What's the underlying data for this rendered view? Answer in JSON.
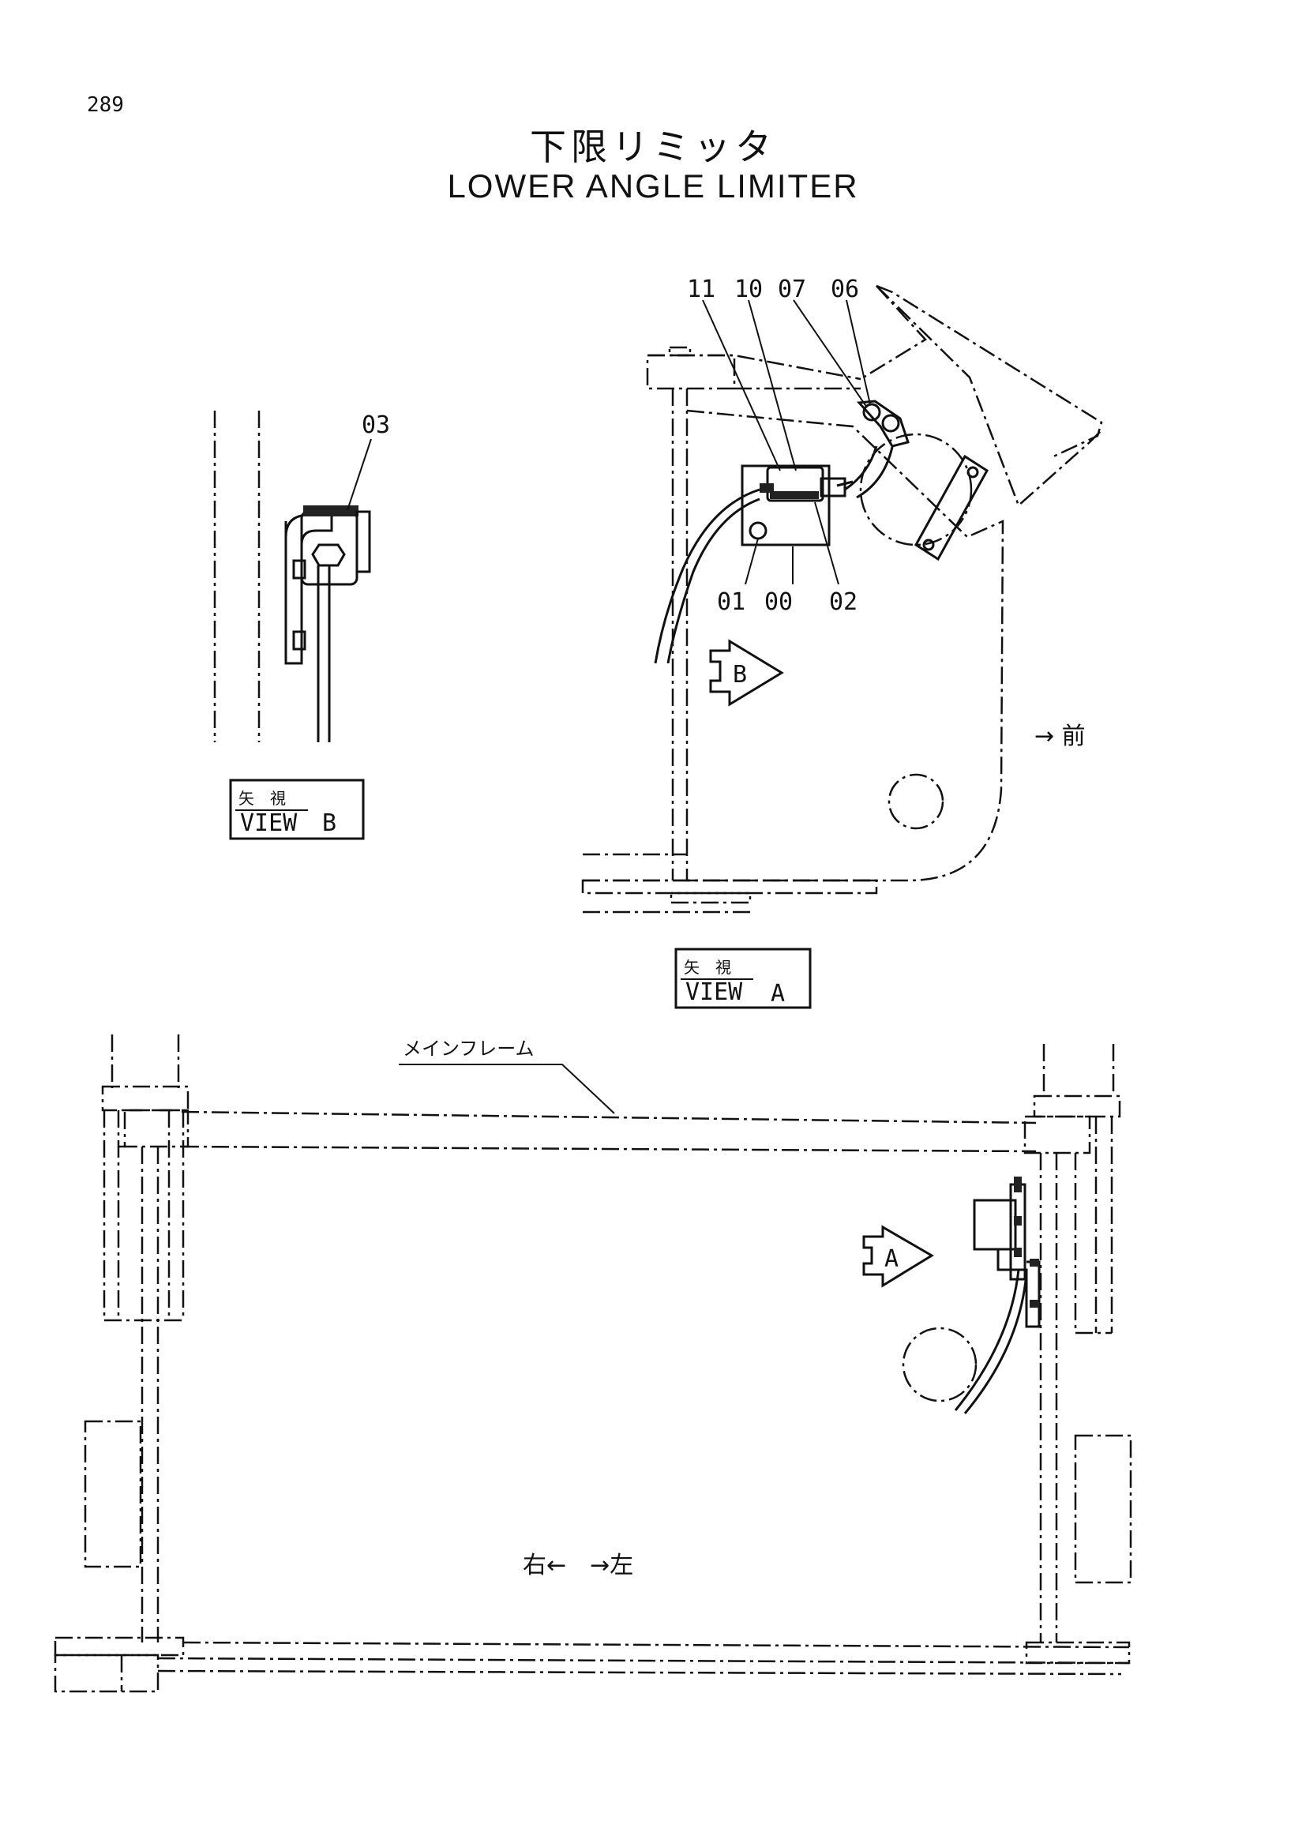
{
  "page_number": "289",
  "title_jp": "下限リミッタ",
  "title_en": "LOWER ANGLE LIMITER",
  "view_label_jp": "矢　視",
  "view_label_en": "VIEW",
  "view_b_letter": "B",
  "view_a_letter": "A",
  "arrow_b_letter": "B",
  "arrow_a_letter": "A",
  "front_label": "→ 前",
  "main_frame_label": "メインフレーム",
  "direction_label": "右←　→左",
  "parts": {
    "p03": "03",
    "p11": "11",
    "p10": "10",
    "p07": "07",
    "p06": "06",
    "p01": "01",
    "p00": "00",
    "p02": "02"
  }
}
